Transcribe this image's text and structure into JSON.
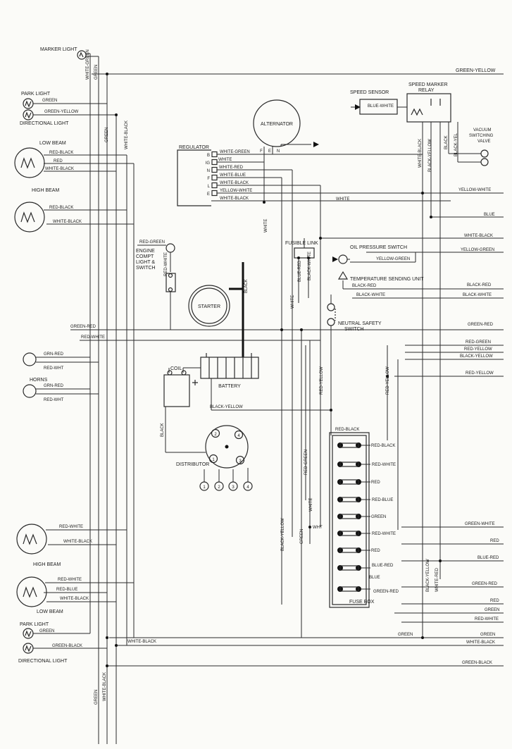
{
  "components": {
    "marker_light": "MARKER LIGHT",
    "park_light": "PARK LIGHT",
    "directional_light": "DIRECTIONAL LIGHT",
    "low_beam": "LOW BEAM",
    "high_beam": "HIGH BEAM",
    "alternator": "ALTERNATOR",
    "regulator": "REGULATOR",
    "speed_sensor": "SPEED SENSOR",
    "speed_marker_relay": [
      "SPEED MARKER",
      "RELAY"
    ],
    "vacuum_switching_valve": [
      "VACUUM",
      "SWITCHING",
      "VALVE"
    ],
    "fusible_link": "FUSIBLE LINK",
    "oil_pressure_switch": "OIL PRESSURE SWITCH",
    "temperature_sending_unit": "TEMPERATURE SENDING UNIT",
    "engine_compt_light_switch": [
      "ENGINE",
      "COMPT",
      "LIGHT &",
      "SWITCH"
    ],
    "starter": "STARTER",
    "neutral_safety_switch": [
      "NEUTRAL SAFETY",
      "SWITCH"
    ],
    "coil": "COIL",
    "battery": "BATTERY",
    "horns": "HORNS",
    "distributor": "DISTRIBUTOR",
    "fuse_box": "FUSE BOX"
  },
  "terminals": {
    "regulator": [
      "B",
      "IG",
      "N",
      "F",
      "L",
      "E"
    ],
    "alternator": [
      "F",
      "E",
      "N"
    ],
    "distributor_inner": [
      "2",
      "4",
      "1",
      "3"
    ],
    "distributor_plugs": [
      "1",
      "2",
      "3",
      "4"
    ]
  },
  "wire_colors": {
    "green_yellow": "GREEN-YELLOW",
    "white_green": "WHITE-GREEN",
    "green": "GREEN",
    "white_black": "WHITE-BLACK",
    "red_black": "RED-BLACK",
    "red": "RED",
    "white": "WHITE",
    "white_red": "WHITE-RED",
    "white_blue": "WHITE-BLUE",
    "yellow_white": "YELLOW-WHITE",
    "blue_white": "BLUE-WHITE",
    "black": "BLACK",
    "black_yel": "BLACK-YEL",
    "black_yellow": "BLACK-YELLOW",
    "blue": "BLUE",
    "yellow_green": "YELLOW-GREEN",
    "black_red": "BLACK-RED",
    "black_white": "BLACK-WHITE",
    "green_red": "GREEN-RED",
    "red_green": "RED-GREEN",
    "red_yellow": "RED-YELLOW",
    "red_white": "RED-WHITE",
    "grn_red": "GRN-RED",
    "red_wht": "RED-WHT",
    "red_blue": "RED-BLUE",
    "blue_red": "BLUE-RED",
    "green_white": "GREEN-WHITE",
    "green_black": "GREEN-BLACK",
    "wht": "WHT"
  }
}
